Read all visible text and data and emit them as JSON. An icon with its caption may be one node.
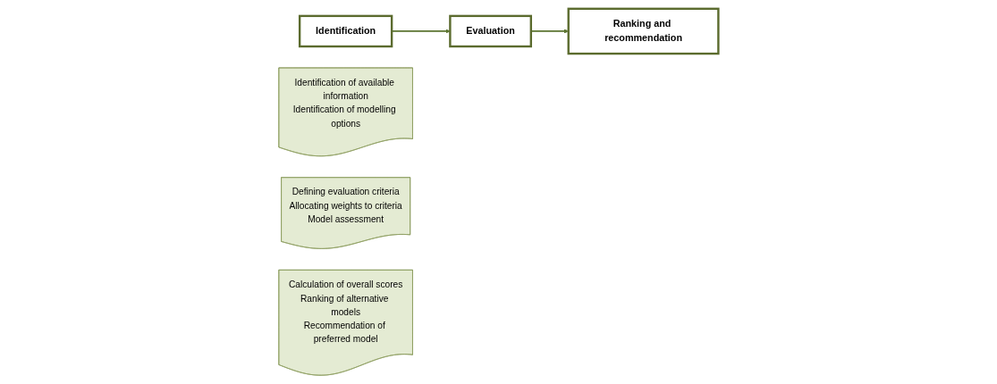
{
  "diagram": {
    "nodes": [
      {
        "text": [
          "Identification"
        ]
      },
      {
        "text": [
          "Identification of available information",
          "Identification of modelling options"
        ]
      },
      {
        "text": [
          "Evaluation"
        ]
      },
      {
        "text": [
          "Defining evaluation criteria",
          "Allocating weights to criteria",
          "Model assessment"
        ]
      },
      {
        "text": [
          "Ranking and recommendation"
        ]
      },
      {
        "text": [
          "Calculation of overall scores",
          "Ranking of alternative models",
          "Recommendation of preferred model"
        ]
      }
    ],
    "edges": [
      {
        "from": 0,
        "to": 2,
        "arrow": "to"
      },
      {
        "from": 2,
        "to": 4,
        "arrow": "to"
      }
    ]
  }
}
